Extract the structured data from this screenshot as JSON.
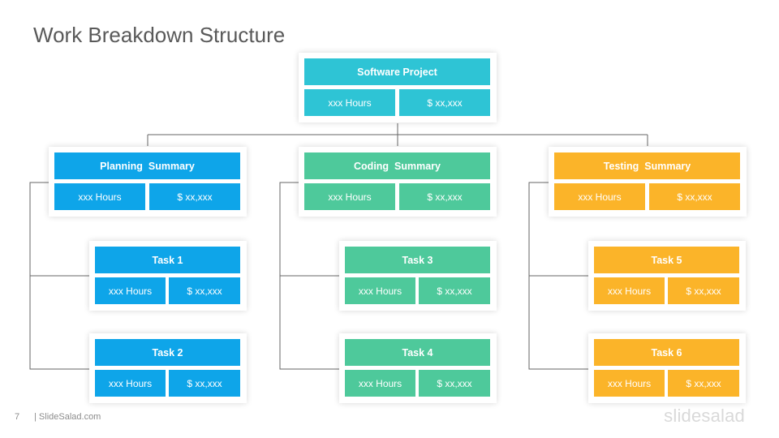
{
  "title": "Work Breakdown Structure",
  "colors": {
    "teal": "#2ec4d5",
    "blue": "#0ea5e9",
    "green": "#4ec99b",
    "orange": "#fbb429",
    "connector": "#666666"
  },
  "root": {
    "label": "Software Project",
    "hours": "xxx Hours",
    "cost": "$ xx,xxx"
  },
  "summaries": [
    {
      "label": "Planning  Summary",
      "hours": "xxx Hours",
      "cost": "$ xx,xxx"
    },
    {
      "label": "Coding  Summary",
      "hours": "xxx Hours",
      "cost": "$ xx,xxx"
    },
    {
      "label": "Testing  Summary",
      "hours": "xxx Hours",
      "cost": "$ xx,xxx"
    }
  ],
  "tasks": [
    {
      "label": "Task 1",
      "hours": "xxx Hours",
      "cost": "$ xx,xxx"
    },
    {
      "label": "Task 2",
      "hours": "xxx Hours",
      "cost": "$ xx,xxx"
    },
    {
      "label": "Task 3",
      "hours": "xxx Hours",
      "cost": "$ xx,xxx"
    },
    {
      "label": "Task 4",
      "hours": "xxx Hours",
      "cost": "$ xx,xxx"
    },
    {
      "label": "Task 5",
      "hours": "xxx Hours",
      "cost": "$ xx,xxx"
    },
    {
      "label": "Task 6",
      "hours": "xxx Hours",
      "cost": "$ xx,xxx"
    }
  ],
  "footer": {
    "page_number": "7",
    "site": "| SlideSalad.com",
    "logo": "slidesalad"
  }
}
